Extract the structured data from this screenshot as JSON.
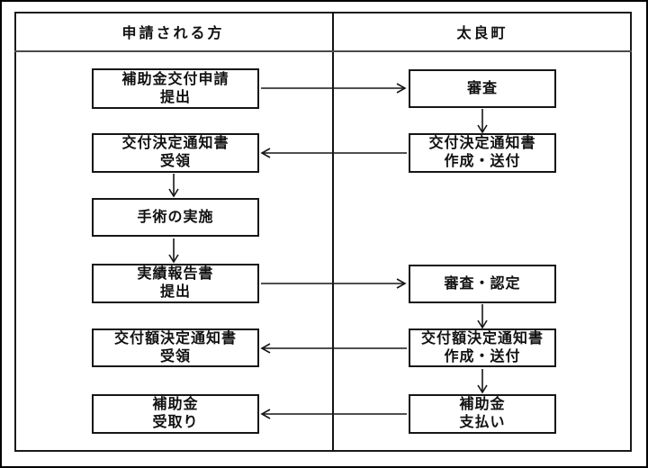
{
  "header": {
    "left_column": "申請される方",
    "right_column": "太良町"
  },
  "flow": {
    "left_boxes": [
      {
        "id": "submit-application",
        "line1": "補助金交付申請",
        "line2": "提出"
      },
      {
        "id": "receive-grant-decision-notice",
        "line1": "交付決定通知書",
        "line2": "受領"
      },
      {
        "id": "surgery-implementation",
        "line1": "手術の実施",
        "line2": ""
      },
      {
        "id": "submit-performance-report",
        "line1": "実績報告書",
        "line2": "提出"
      },
      {
        "id": "receive-grant-amount-notice",
        "line1": "交付額決定通知書",
        "line2": "受領"
      },
      {
        "id": "receive-subsidy",
        "line1": "補助金",
        "line2": "受取り"
      }
    ],
    "right_boxes": [
      {
        "id": "review",
        "line1": "審査",
        "line2": ""
      },
      {
        "id": "create-send-grant-decision-notice",
        "line1": "交付決定通知書",
        "line2": "作成・送付"
      },
      {
        "id": "review-certification",
        "line1": "審査・認定",
        "line2": ""
      },
      {
        "id": "create-send-grant-amount-notice",
        "line1": "交付額決定通知書",
        "line2": "作成・送付"
      },
      {
        "id": "pay-subsidy",
        "line1": "補助金",
        "line2": "支払い"
      }
    ],
    "connections": [
      {
        "from": "submit-application",
        "to": "review",
        "direction": "right"
      },
      {
        "from": "review",
        "to": "create-send-grant-decision-notice",
        "direction": "down"
      },
      {
        "from": "create-send-grant-decision-notice",
        "to": "receive-grant-decision-notice",
        "direction": "left"
      },
      {
        "from": "receive-grant-decision-notice",
        "to": "surgery-implementation",
        "direction": "down"
      },
      {
        "from": "surgery-implementation",
        "to": "submit-performance-report",
        "direction": "down"
      },
      {
        "from": "submit-performance-report",
        "to": "review-certification",
        "direction": "right"
      },
      {
        "from": "review-certification",
        "to": "create-send-grant-amount-notice",
        "direction": "down"
      },
      {
        "from": "create-send-grant-amount-notice",
        "to": "receive-grant-amount-notice",
        "direction": "left"
      },
      {
        "from": "create-send-grant-amount-notice",
        "to": "pay-subsidy",
        "direction": "down"
      },
      {
        "from": "pay-subsidy",
        "to": "receive-subsidy",
        "direction": "left"
      }
    ]
  },
  "colors": {
    "line": "#161616",
    "text": "#111111",
    "background": "#ffffff"
  }
}
